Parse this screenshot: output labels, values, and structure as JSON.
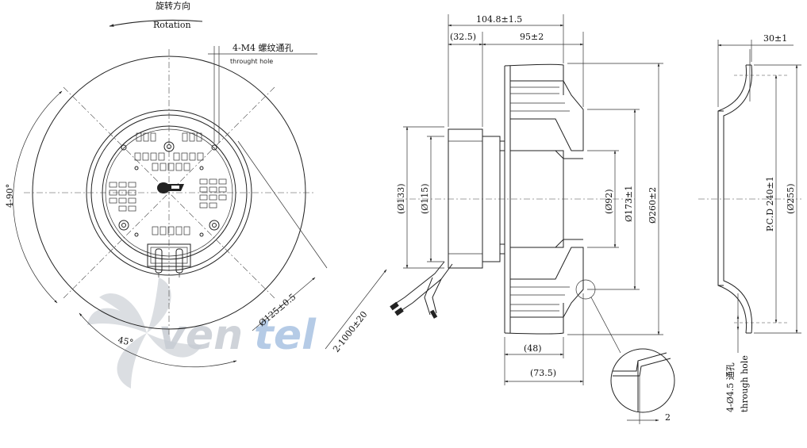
{
  "annotations": {
    "rotation_cn": "旋转方向",
    "rotation_en": "Rotation",
    "screw_cn": "4-M4  螺纹通孔",
    "screw_en": "throught hole",
    "angle_90": "4-90°",
    "angle_45": "45°",
    "d125": "Ø125±0.5",
    "cable": "2-1000±20",
    "hole_cn": "4-Ø4.5 通孔",
    "hole_en": "through hole"
  },
  "dimensions": {
    "overall_depth": "104.8±1.5",
    "offset": "(32.5)",
    "blade_depth": "95±2",
    "d133": "(Ø133)",
    "d115": "(Ø115)",
    "d92": "(Ø92)",
    "d173": "Ø173±1",
    "d260": "Ø260±2",
    "depth48": "(48)",
    "depth73": "(73.5)",
    "detail_gap": "2",
    "ring_width": "30±1",
    "pcd": "P.C.D 240±1",
    "d255": "(Ø255)"
  },
  "watermark": {
    "brand_dark": "ven",
    "brand_light": "tel"
  },
  "colors": {
    "line": "#222222",
    "watermark_grey": "#c7ccd3",
    "watermark_blue": "#a9c2e2"
  }
}
